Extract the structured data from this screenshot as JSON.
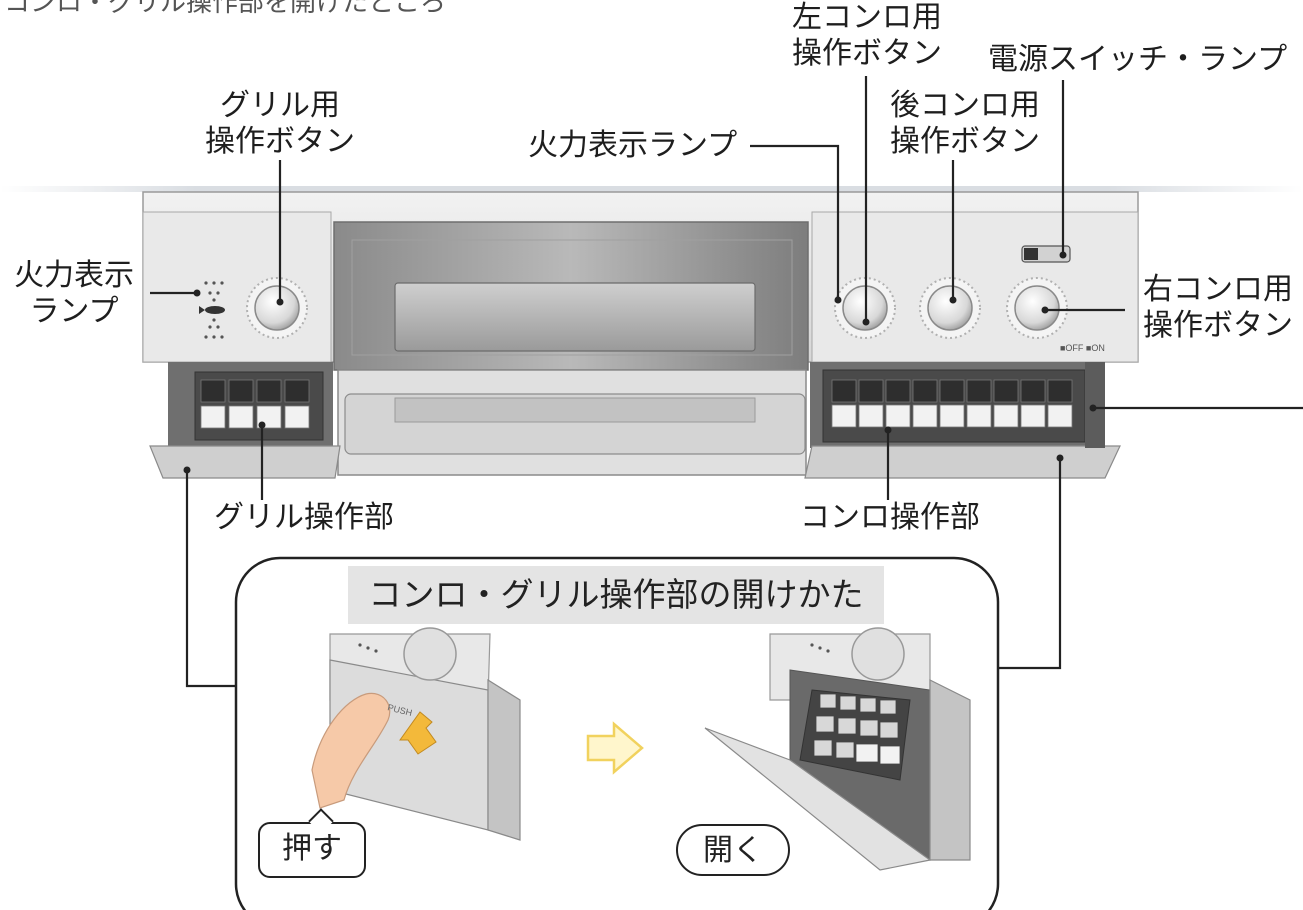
{
  "header_text": "コンロ・グリル操作部を開けたところ",
  "labels": {
    "grill_button": [
      "グリル用",
      "操作ボタン"
    ],
    "flame_lamp_top": "火力表示ランプ",
    "left_burner_button": [
      "左コンロ用",
      "操作ボタン"
    ],
    "rear_burner_button": [
      "後コンロ用",
      "操作ボタン"
    ],
    "power_switch_lamp": "電源スイッチ・ランプ",
    "flame_lamp_left": [
      "火力表示",
      "ランプ"
    ],
    "right_burner_button": [
      "右コンロ用",
      "操作ボタン"
    ],
    "grill_panel": "グリル操作部",
    "stove_panel": "コンロ操作部"
  },
  "how_to": {
    "title": "コンロ・グリル操作部の開けかた",
    "push": "押す",
    "open": "開く",
    "push_mark": "PUSH"
  },
  "indicator_legend": "■OFF ■ON",
  "colors": {
    "steel_light": "#ececec",
    "steel_mid": "#c9c9c9",
    "steel_dark": "#8c8c8c",
    "finger": "#f6c9a8",
    "arrow": "#f3b93a",
    "outline_arrow": "#f1d25e"
  }
}
